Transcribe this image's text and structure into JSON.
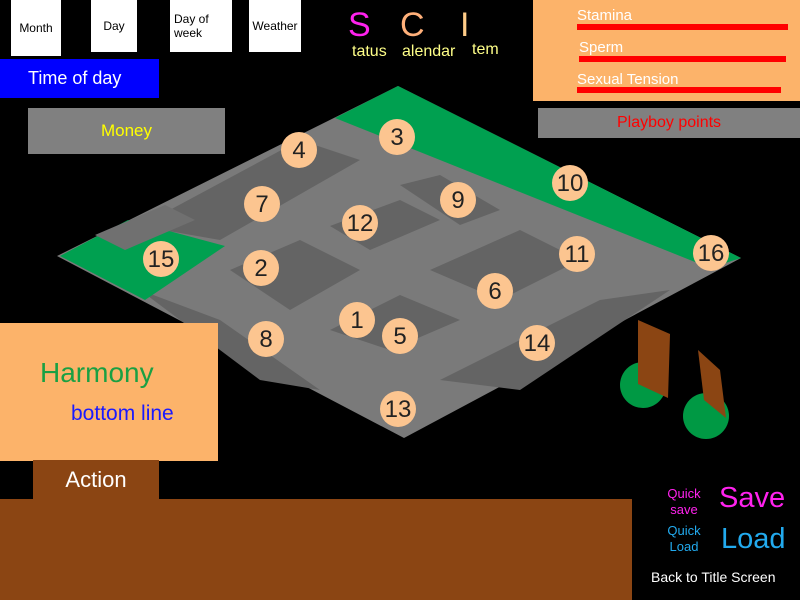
{
  "date": {
    "month": "Month",
    "day": "Day",
    "day_of_week": "Day of week",
    "weather": "Weather"
  },
  "time_of_day": "Time of day",
  "money": "Money",
  "menu": {
    "status_initial": "S",
    "status_rest": "tatus",
    "calendar_initial": "C",
    "calendar_rest": "alendar",
    "item_initial": "I",
    "item_rest": "tem",
    "colors": {
      "status": "#ff22ee",
      "calendar": "#ffb07a",
      "item": "#ffcc88"
    }
  },
  "stats": {
    "stamina": "Stamina",
    "sperm": "Sperm",
    "sexual_tension": "Sexual Tension",
    "bar_color": "#ff0000"
  },
  "playboy_points": "Playboy points",
  "harmony": {
    "title": "Harmony",
    "subtitle": "bottom line"
  },
  "action_label": "Action",
  "save_menu": {
    "quick_save": "Quick save",
    "save": "Save",
    "quick_load": "Quick Load",
    "load": "Load",
    "back": "Back to Title Screen"
  },
  "map": {
    "locations": [
      "1",
      "2",
      "3",
      "4",
      "5",
      "6",
      "7",
      "8",
      "9",
      "10",
      "11",
      "12",
      "13",
      "14",
      "15",
      "16"
    ]
  }
}
